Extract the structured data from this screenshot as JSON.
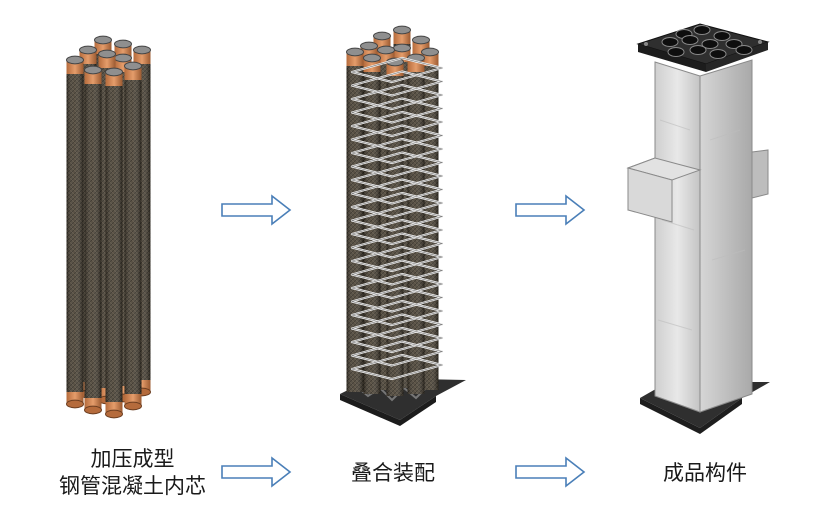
{
  "stages": [
    {
      "key": "core",
      "caption_line1": "加压成型",
      "caption_line2": "钢管混凝土内芯",
      "illustration": "bundle-of-concrete-filled-steel-tubes"
    },
    {
      "key": "assembly",
      "caption_line1": "叠合装配",
      "illustration": "tube-bundle-with-stirrup-cage-on-base-plate"
    },
    {
      "key": "finished",
      "caption_line1": "成品构件",
      "illustration": "finished-composite-column-with-bracket"
    }
  ],
  "arrow_icon": "right-arrow-outline",
  "colors": {
    "tube_body": "#4a4234",
    "tube_cap": "#d98a55",
    "tube_end": "#8f8f8f",
    "stirrup": "#e6e6e6",
    "base_plate": "#3d3d3d",
    "concrete_light": "#e4e4e4",
    "concrete_dark": "#b9b9b9",
    "arrow_stroke": "#4a7fb8"
  }
}
